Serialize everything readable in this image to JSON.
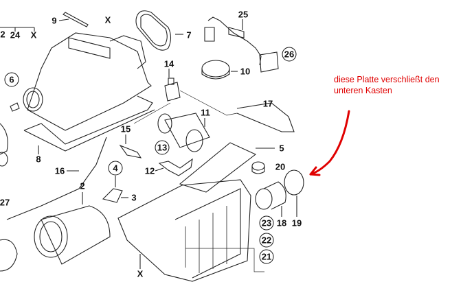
{
  "diagram": {
    "part_labels": {
      "p22_partial": "2",
      "p24": "24",
      "x_top_left": "X",
      "p9": "9",
      "x_top": "X",
      "p7": "7",
      "p25": "25",
      "p26": "26",
      "p10": "10",
      "p14": "14",
      "p6": "6",
      "p11": "11",
      "p17": "17",
      "p15": "15",
      "p13": "13",
      "p5": "5",
      "p8": "8",
      "p16": "16",
      "p12": "12",
      "p4": "4",
      "p20": "20",
      "p2": "2",
      "p3": "3",
      "p27": "27",
      "p18": "18",
      "p19": "19",
      "p23": "23",
      "p22": "22",
      "p21": "21",
      "x_bottom": "X"
    },
    "annotation": {
      "line1": "diese Platte verschließt den",
      "line2": "unteren Kasten",
      "color": "#e00000"
    }
  }
}
